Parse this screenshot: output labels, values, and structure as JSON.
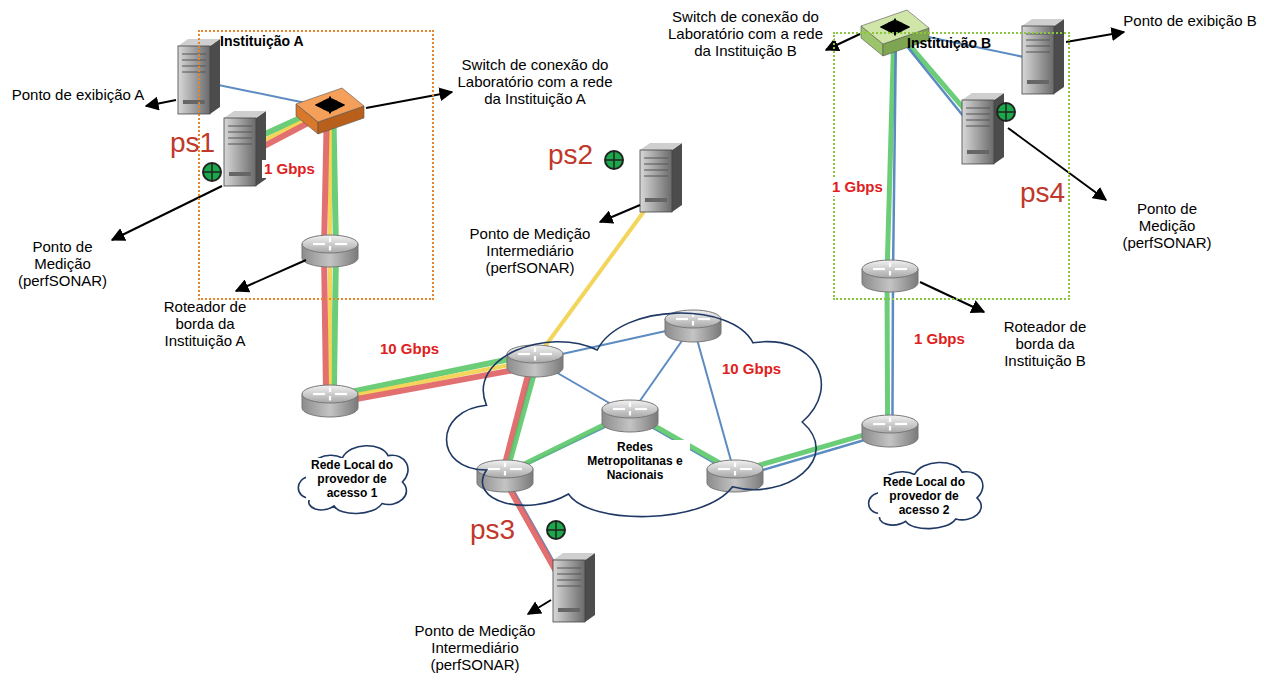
{
  "diagram": {
    "nodes": [
      {
        "text": [
          "Instituição A"
        ]
      },
      {
        "text": [
          "Instituição B"
        ]
      },
      {
        "text": [
          "Rede Local do provedor de acesso 1"
        ]
      },
      {
        "text": [
          "Redes Metropolitanas e Nacionais"
        ]
      },
      {
        "text": [
          "Rede Local do provedor de acesso 2"
        ]
      }
    ],
    "labels": [
      "ps1",
      "Ponto de exibição A",
      "Switch de conexão do Laboratório com a rede da Instituição A",
      "Ponto de Medição (perfSONAR)",
      "1 Gbps",
      "Roteador de borda da Instituição A",
      "10 Gbps",
      "ps2",
      "Ponto de Medição Intermediário (perfSONAR)",
      "Switch de conexão do Laboratório com a rede da Instituição B",
      "Ponto de exibição B",
      "1 Gbps",
      "ps4",
      "Ponto de Medição (perfSONAR)",
      "1 Gbps",
      "Roteador de borda da Instituição B",
      "10 Gbps",
      "ps3",
      "Ponto de Medição Intermediário (perfSONAR)"
    ]
  }
}
